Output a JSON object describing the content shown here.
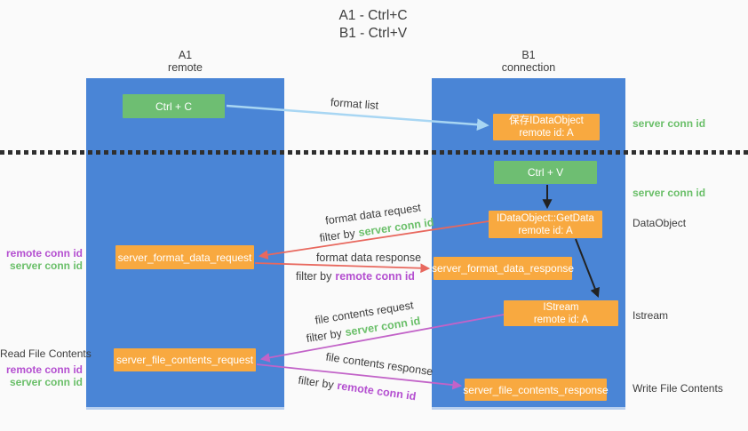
{
  "title": {
    "line1": "A1 - Ctrl+C",
    "line2": "B1 - Ctrl+V"
  },
  "lanes": {
    "a": {
      "name": "A1",
      "subtitle": "remote"
    },
    "b": {
      "name": "B1",
      "subtitle": "connection"
    }
  },
  "nodes": {
    "ctrl_c": {
      "label": "Ctrl + C"
    },
    "save_idataobject": {
      "line1": "保存IDataObject",
      "line2": "remote id: A"
    },
    "ctrl_v": {
      "label": "Ctrl + V"
    },
    "getdata": {
      "line1": "IDataObject::GetData",
      "line2": "remote id: A"
    },
    "format_request": {
      "label": "server_format_data_request"
    },
    "format_response": {
      "label": "server_format_data_response"
    },
    "istream": {
      "line1": "IStream",
      "line2": "remote id: A"
    },
    "file_request": {
      "label": "server_file_contents_request"
    },
    "file_response": {
      "label": "server_file_contents_response"
    }
  },
  "edges": {
    "format_list": "format list",
    "format_data_request": "format data request",
    "format_data_response": "format data response",
    "file_contents_request": "file contents request",
    "file_contents_response": "file contents response",
    "filter_by": "filter by"
  },
  "keys": {
    "server_conn_id": "server conn id",
    "remote_conn_id": "remote conn id"
  },
  "side": {
    "left": {
      "read_file": "Read File Contents"
    },
    "right": {
      "dataobject": "DataObject",
      "istream": "Istream",
      "write_file": "Write File Contents"
    }
  },
  "colors": {
    "background": "#fafafa",
    "lane": "#4a85d6",
    "lane_edge": "#b7cfef",
    "green_box": "#6ebe72",
    "orange_box": "#f8a940",
    "arrow_blue": "#a8d6f3",
    "arrow_red": "#e8685e",
    "arrow_magenta": "#c263c8",
    "arrow_black": "#222222",
    "divider": "#2f2f2f",
    "text_dark": "#3d3d3d",
    "text_green": "#6abf69",
    "text_purple": "#b44fd0",
    "text_white": "#ffffff"
  }
}
